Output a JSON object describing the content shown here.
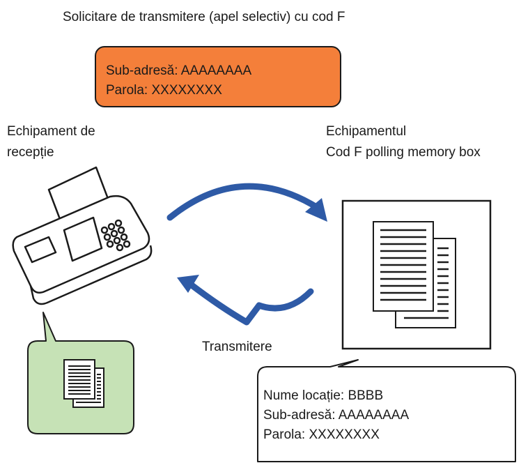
{
  "title": "Solicitare de transmitere (apel selectiv) cu cod F",
  "request_box": {
    "line1": "Sub-adresă: AAAAAAAA",
    "line2": "Parola: XXXXXXXX"
  },
  "receiver": {
    "line1": "Echipament de",
    "line2": "recepție"
  },
  "memory_box": {
    "line1": "Echipamentul",
    "line2": "Cod F polling memory box"
  },
  "transmit_label": "Transmitere",
  "memory_callout": {
    "line1": "Nume locație: BBBB",
    "line2": "Sub-adresă: AAAAAAAA",
    "line3": "Parola: XXXXXXXX"
  },
  "colors": {
    "request_box_fill": "#f47f3a",
    "received_callout_fill": "#c6e2b6",
    "arrow": "#2e5aa6"
  }
}
